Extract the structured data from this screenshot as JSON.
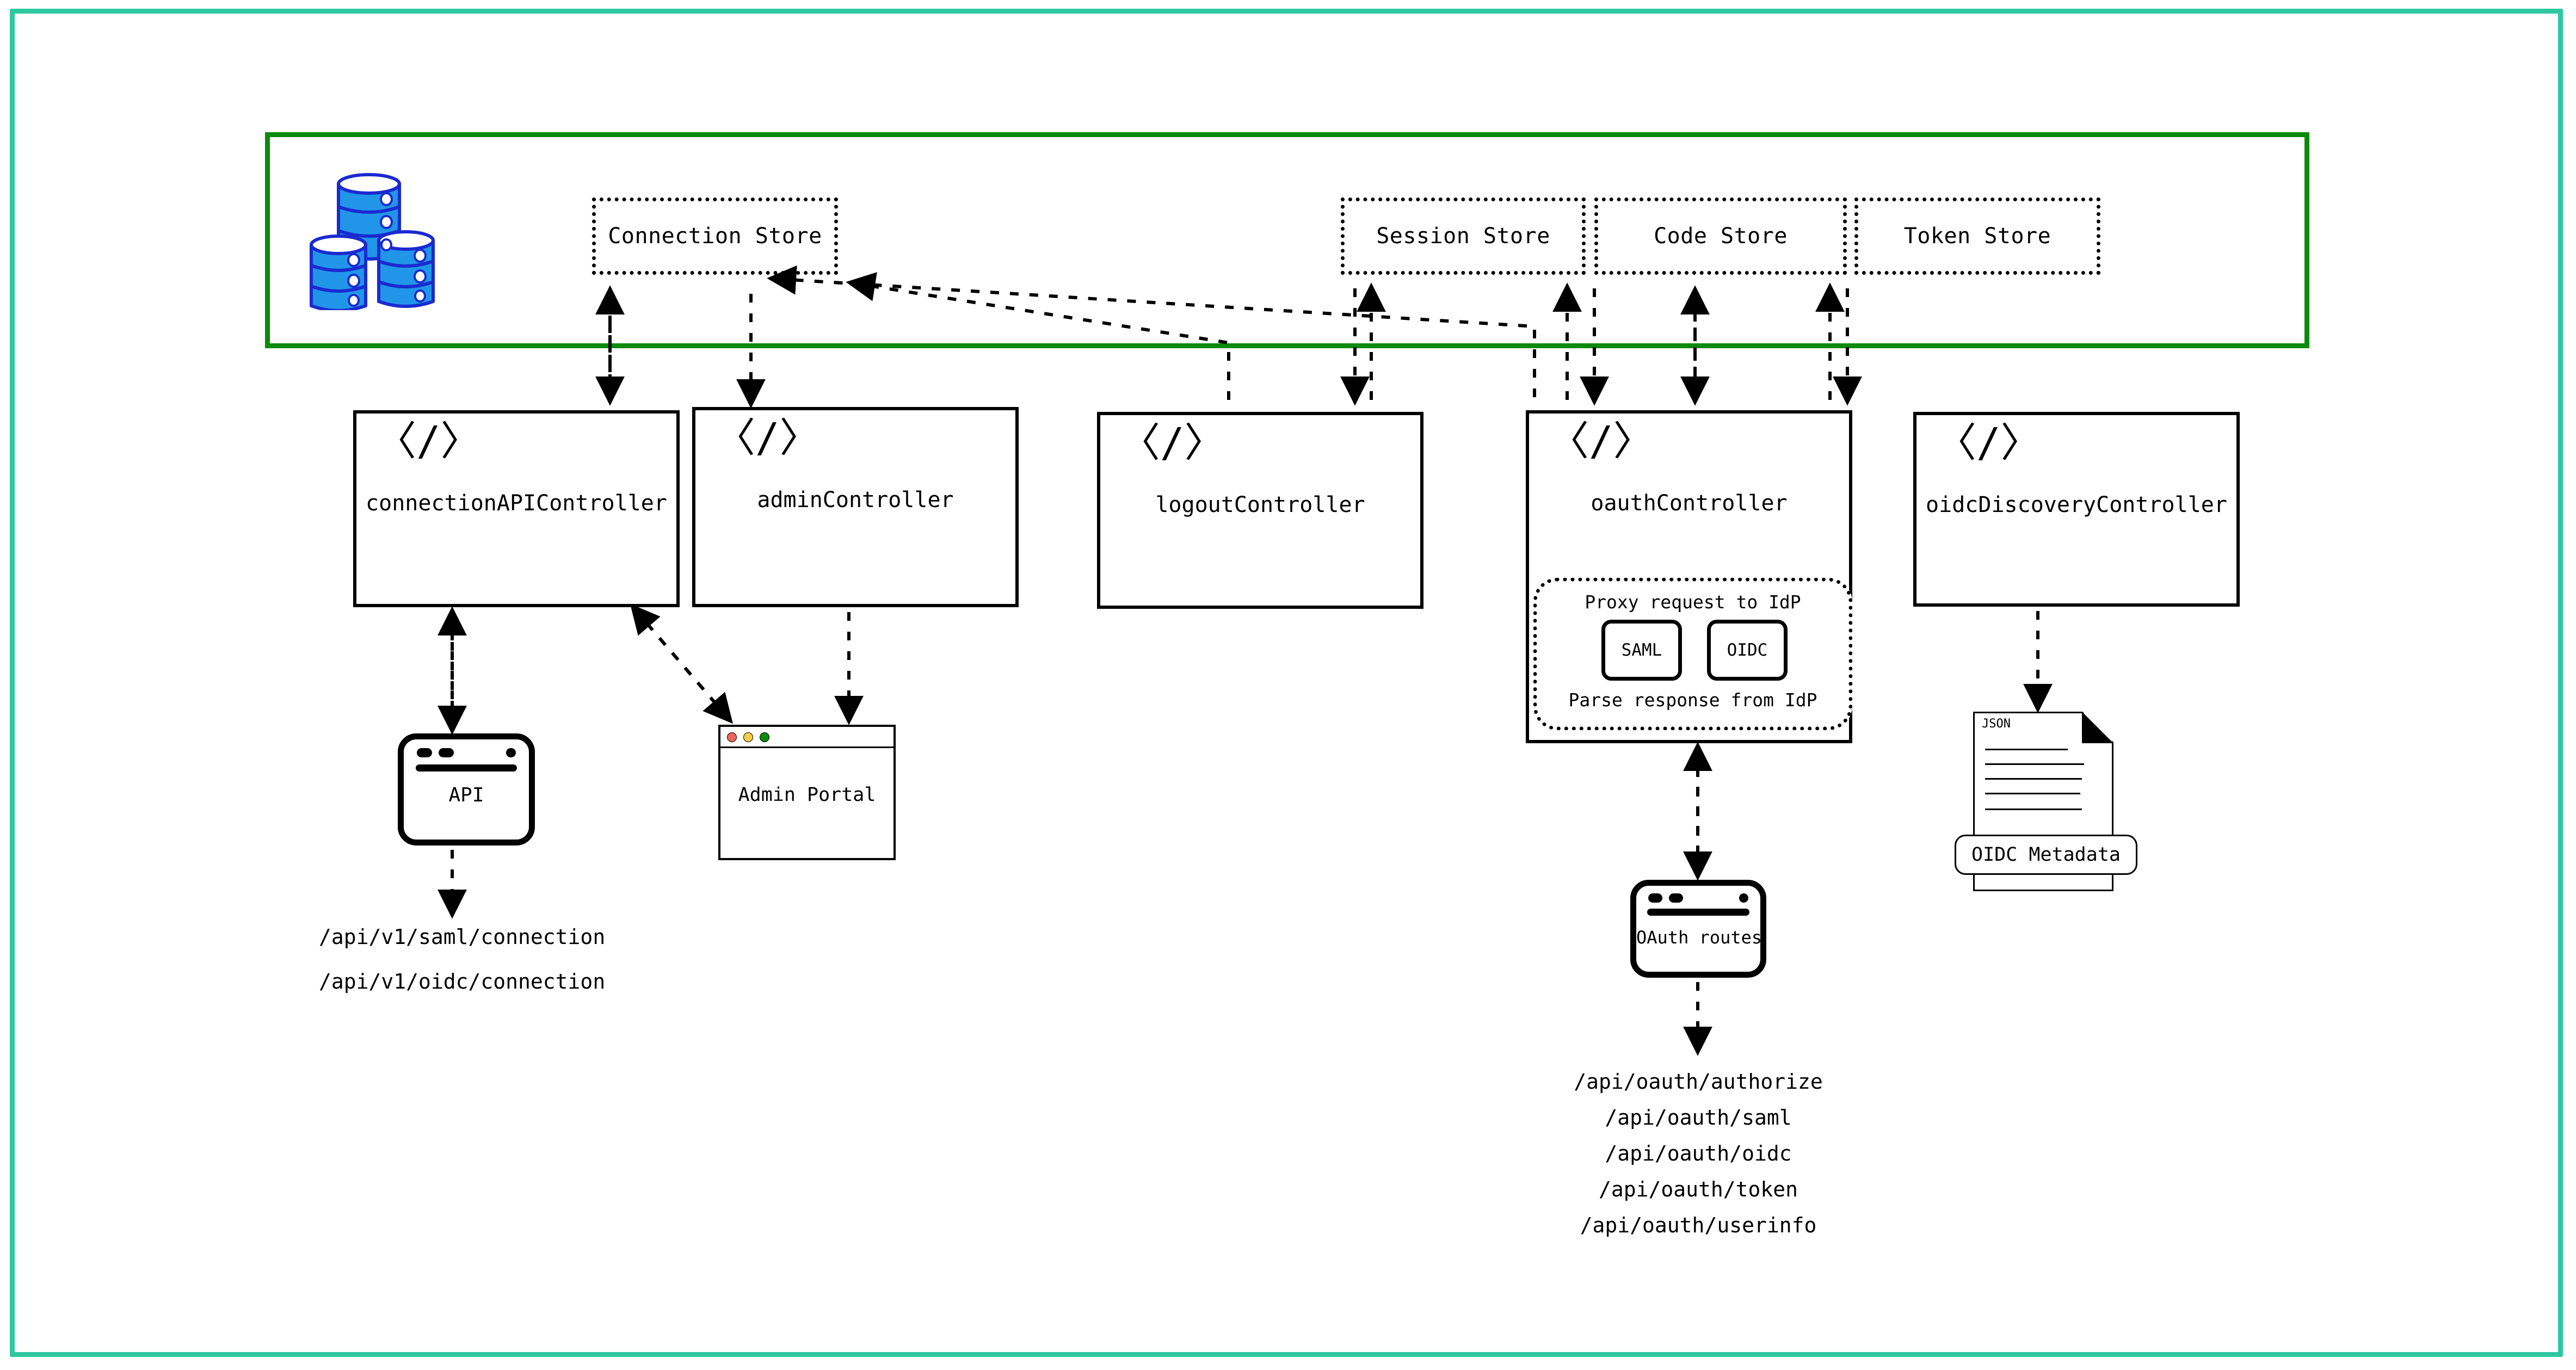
{
  "frame": {
    "accent_color": "#2DC8A0"
  },
  "datastore_container": {
    "border_color": "#0C8A0C",
    "db_icon": "database-cluster-icon",
    "db_fill": "#2196E8",
    "db_stroke": "#1A2AD0",
    "stores": [
      {
        "name": "connection-store",
        "label": "Connection Store"
      },
      {
        "name": "session-store",
        "label": "Session Store"
      },
      {
        "name": "code-store",
        "label": "Code Store"
      },
      {
        "name": "token-store",
        "label": "Token Store"
      }
    ]
  },
  "controllers": [
    {
      "name": "connection-api-controller",
      "label": "connectionAPIController",
      "icon": "code-icon"
    },
    {
      "name": "admin-controller",
      "label": "adminController",
      "icon": "code-icon"
    },
    {
      "name": "logout-controller",
      "label": "logoutController",
      "icon": "code-icon"
    },
    {
      "name": "oauth-controller",
      "label": "oauthController",
      "icon": "code-icon"
    },
    {
      "name": "oidc-discovery-controller",
      "label": "oidcDiscoveryController",
      "icon": "code-icon"
    }
  ],
  "idp_panel": {
    "top_caption": "Proxy request to IdP",
    "bottom_caption": "Parse response from IdP",
    "buttons": [
      {
        "name": "saml-button",
        "label": "SAML"
      },
      {
        "name": "oidc-button",
        "label": "OIDC"
      }
    ]
  },
  "nodes": {
    "api": {
      "label": "API",
      "icon": "server-device-icon"
    },
    "admin_portal": {
      "label": "Admin Portal",
      "icon": "browser-window-icon",
      "traffic_lights": [
        "#F0645A",
        "#F2CE4B",
        "#0C8A0C"
      ]
    },
    "oauth_routes": {
      "label": "OAuth routes",
      "icon": "server-device-icon"
    },
    "oidc_metadata": {
      "chip_label": "OIDC Metadata",
      "doc_label": "JSON",
      "icon": "json-document-icon"
    }
  },
  "paths": {
    "connection_api": [
      "/api/v1/saml/connection",
      "/api/v1/oidc/connection"
    ],
    "oauth_routes": [
      "/api/oauth/authorize",
      "/api/oauth/saml",
      "/api/oauth/oidc",
      "/api/oauth/token",
      "/api/oauth/userinfo"
    ]
  },
  "icons": {
    "code_glyph": "〈/〉"
  }
}
